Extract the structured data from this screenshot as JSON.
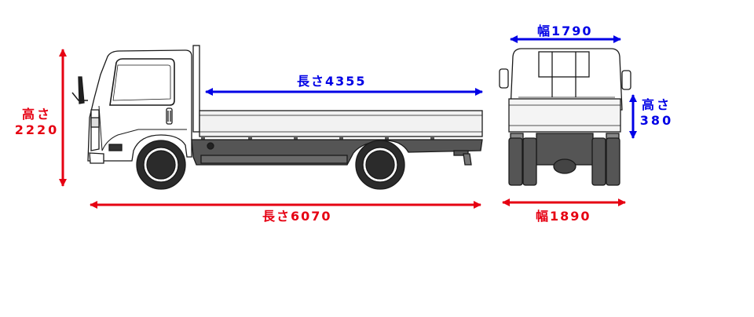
{
  "labels": {
    "overall_height_word": "高さ",
    "overall_height_value": "2220",
    "overall_length": "長さ6070",
    "bed_length": "長さ4355",
    "bed_width": "幅1790",
    "overall_width": "幅1890",
    "bed_height_word": "高さ",
    "bed_height_value": "380"
  },
  "colors": {
    "overall_dimension": "#e60012",
    "bed_dimension": "#0000e6",
    "truck_outline": "#1a1a1a",
    "truck_body_fill": "#ffffff",
    "chassis_fill": "#555555"
  }
}
